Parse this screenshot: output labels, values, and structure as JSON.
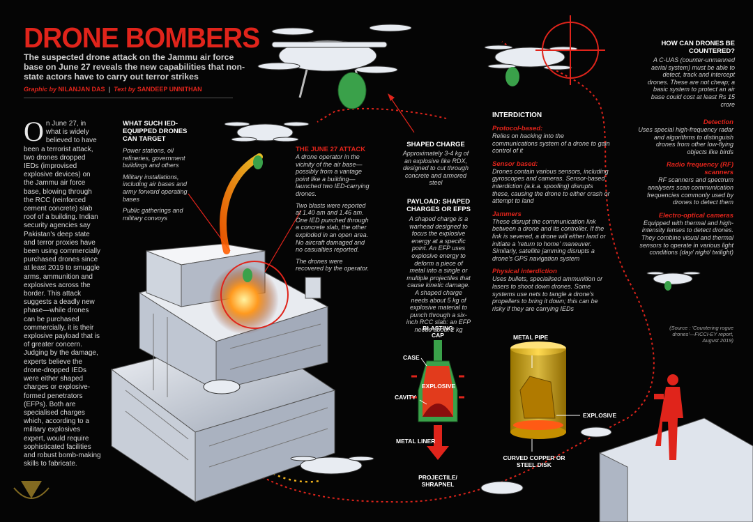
{
  "title": "DRONE BOMBERS",
  "subtitle": "The suspected drone attack on the Jammu air force base on June 27 reveals the new capabilities that non-state actors have to carry out terror strikes",
  "credits": {
    "graphic_label": "Graphic by",
    "graphic_name": "NILANJAN DAS",
    "sep": "|",
    "text_label": "Text by",
    "text_name": "SANDEEP UNNITHAN"
  },
  "intro": {
    "dropcap": "O",
    "text": "n June 27, in what is widely believed to have been a terrorist attack, two drones dropped IEDs (improvised explosive devices) on the Jammu air force base, blowing through the RCC (reinforced cement concrete) slab roof of a building. Indian security agencies say Pakistan's deep state and terror proxies have been using commercially purchased drones since at least 2019 to smuggle arms, ammunition and explosives across the border. This attack suggests a deadly new phase—while drones can be purchased commercially, it is their explosive payload that is of greater concern. Judging by the damage, experts believe the drone-dropped IEDs were either shaped charges or explosive-formed penetrators (EFPs). Both are specialised charges which, according to a military explosives expert, would require sophisticated facilities and robust bomb-making skills to fabricate."
  },
  "targets": {
    "heading": "WHAT SUCH IED-EQUIPPED DRONES CAN TARGET",
    "items": [
      "Power stations, oil refineries, government buildings and others",
      "Military installations, including air bases and army forward operating bases",
      "Public gatherings and military convoys"
    ]
  },
  "june27": {
    "heading": "THE JUNE 27 ATTACK",
    "p1": "A drone operator in the vicinity of the air base—possibly from a vantage point like a building—launched two IED-carrying drones.",
    "p2": "Two blasts were reported at 1.40 am and 1.46 am. One IED punched through a concrete slab, the other exploded in an open area. No aircraft damaged and no casualties reported.",
    "p3": "The drones were recovered by the operator."
  },
  "shaped_charge": {
    "heading": "SHAPED CHARGE",
    "text": "Approximately 3-4 kg of an explosive like RDX, designed to cut through concrete and armored steel"
  },
  "payload": {
    "heading": "PAYLOAD: SHAPED CHARGES OR EFPs",
    "text": "A shaped charge is a warhead designed to focus the explosive energy at a specific point. An EFP uses explosive energy to deform a piece of metal into a single or multiple projectiles that cause kinetic damage. A shaped charge needs about 5 kg of explosive material to punch through a six-inch RCC slab: an EFP needs about 2 kg"
  },
  "interdiction": {
    "heading": "INTERDICTION",
    "sections": [
      {
        "h": "Protocol-based:",
        "t": "Relies on hacking into the communications system of a drone to gain control of it"
      },
      {
        "h": "Sensor based:",
        "t": "Drones contain various sensors, including gyroscopes and cameras. Sensor-based interdiction (a.k.a. spoofing) disrupts these, causing the drone to either crash or attempt to land"
      },
      {
        "h": "Jammers",
        "t": "These disrupt the communication link between a drone and its controller. If the link is severed, a drone will either land or initiate a 'return to home' maneuver. Similarly, satellite jamming disrupts a drone's GPS navigation system"
      },
      {
        "h": "Physical interdiction",
        "t": "Uses bullets, specialised ammunition or lasers to shoot down drones. Some systems use nets to tangle a drone's propellers to bring it down; this can be risky if they are carrying IEDs"
      }
    ]
  },
  "counter": {
    "heading": "HOW CAN DRONES BE COUNTERED?",
    "text": "A C-UAS (counter-unmanned aerial system) must be able to detect, track and intercept drones. These are not cheap; a basic system to protect an air base could cost at least Rs 15 crore"
  },
  "detection": {
    "heading": "Detection",
    "text": "Uses special high-frequency radar and algorithms to distinguish drones from other low-flying objects like birds",
    "sections": [
      {
        "h": "Radio frequency (RF) scanners",
        "t": "RF scanners and spectrum analysers scan communication frequencies commonly used by drones to detect them"
      },
      {
        "h": "Electro-optical cameras",
        "t": "Equipped with thermal and high-intensity lenses to detect drones. They combine visual and thermal sensors to operate in various light conditions (day/ night/ twilight)"
      }
    ]
  },
  "source": "(Source : 'Countering rogue drones'—FICCI-EY report, August 2019)",
  "diagram": {
    "blasting_cap": "BLASTING CAP",
    "case": "CASE",
    "explosive1": "EXPLOSIVE",
    "cavity": "CAVITY",
    "metal_liner": "METAL LINER",
    "projectile": "PROJECTILE/ SHRAPNEL",
    "metal_pipe": "METAL PIPE",
    "explosive2": "EXPLOSIVE",
    "disk": "CURVED COPPER OR STEEL DISK"
  },
  "colors": {
    "accent": "#e0241b",
    "bg": "#050505",
    "path": "#e0241b",
    "payload_green": "#3aa14a",
    "arrow_yellow": "#f0b21d"
  }
}
